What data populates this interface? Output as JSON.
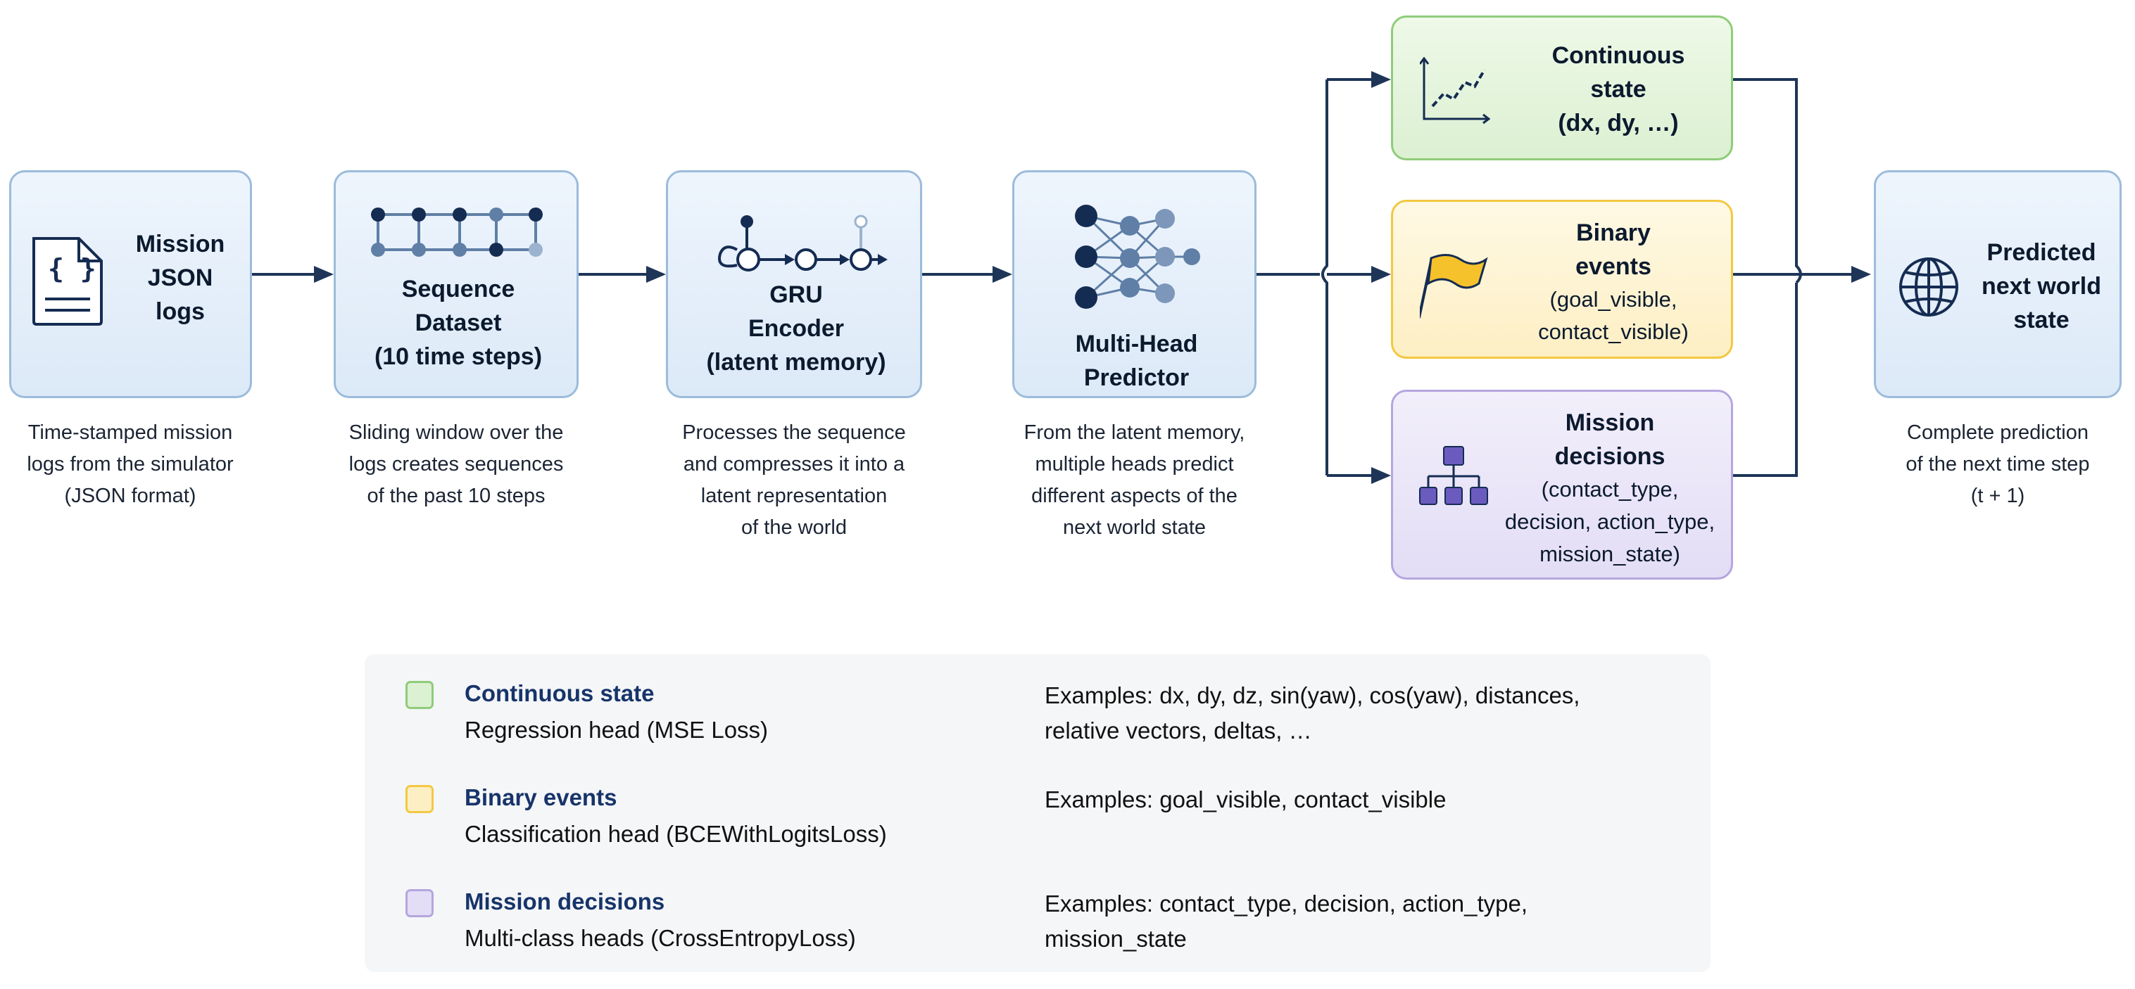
{
  "nodes": {
    "mission_logs": {
      "title": [
        "Mission",
        "JSON",
        "logs"
      ],
      "caption": [
        "Time-stamped mission",
        "logs from the simulator",
        "(JSON format)"
      ]
    },
    "sequence_dataset": {
      "title": [
        "Sequence",
        "Dataset",
        "(10 time steps)"
      ],
      "caption": [
        "Sliding window over the",
        "logs creates sequences",
        "of the past 10 steps"
      ]
    },
    "gru_encoder": {
      "title": [
        "GRU",
        "Encoder",
        "(latent memory)"
      ],
      "caption": [
        "Processes the sequence",
        "and compresses it into a",
        "latent representation",
        "of the world"
      ]
    },
    "multi_head_predictor": {
      "title": [
        "Multi-Head",
        "Predictor"
      ],
      "caption": [
        "From the latent memory,",
        "multiple heads predict",
        "different aspects of the",
        "next world state"
      ]
    },
    "continuous_state": {
      "title": [
        "Continuous",
        "state",
        "(dx, dy, …)"
      ]
    },
    "binary_events": {
      "title": [
        "Binary",
        "events"
      ],
      "sub": [
        "(goal_visible,",
        "contact_visible)"
      ]
    },
    "mission_decisions": {
      "title": [
        "Mission",
        "decisions"
      ],
      "sub": [
        "(contact_type,",
        "decision, action_type,",
        "mission_state)"
      ]
    },
    "predicted_state": {
      "title": [
        "Predicted",
        "next world",
        "state"
      ],
      "caption": [
        "Complete prediction",
        "of the next time step",
        "(t + 1)"
      ]
    }
  },
  "legend": [
    {
      "title": "Continuous state",
      "desc": "Regression head (MSE Loss)",
      "examples": [
        "Examples: dx, dy, dz, sin(yaw), cos(yaw), distances,",
        "relative vectors, deltas, …"
      ],
      "color_fill": "#dcf0d2",
      "color_border": "#8fcc7a"
    },
    {
      "title": "Binary events",
      "desc": "Classification head (BCEWithLogitsLoss)",
      "examples": [
        "Examples: goal_visible, contact_visible"
      ],
      "color_fill": "#fdefc4",
      "color_border": "#f3c842"
    },
    {
      "title": "Mission decisions",
      "desc": "Multi-class heads (CrossEntropyLoss)",
      "examples": [
        "Examples: contact_type, decision, action_type,",
        "mission_state"
      ],
      "color_fill": "#e3ddf5",
      "color_border": "#b5a6de"
    }
  ],
  "colors": {
    "arrow": "#1e3557",
    "icon_navy": "#152c52",
    "icon_steel": "#5f7fa6",
    "flag": "#f5c22b",
    "hierarchy": "#6b5bbf"
  },
  "icons": {
    "mission_logs": "json-document-icon",
    "sequence_dataset": "sequence-grid-icon",
    "gru_encoder": "recurrent-network-icon",
    "multi_head_predictor": "neural-network-icon",
    "continuous_state": "line-chart-icon",
    "binary_events": "flag-icon",
    "mission_decisions": "hierarchy-icon",
    "predicted_state": "globe-icon"
  }
}
